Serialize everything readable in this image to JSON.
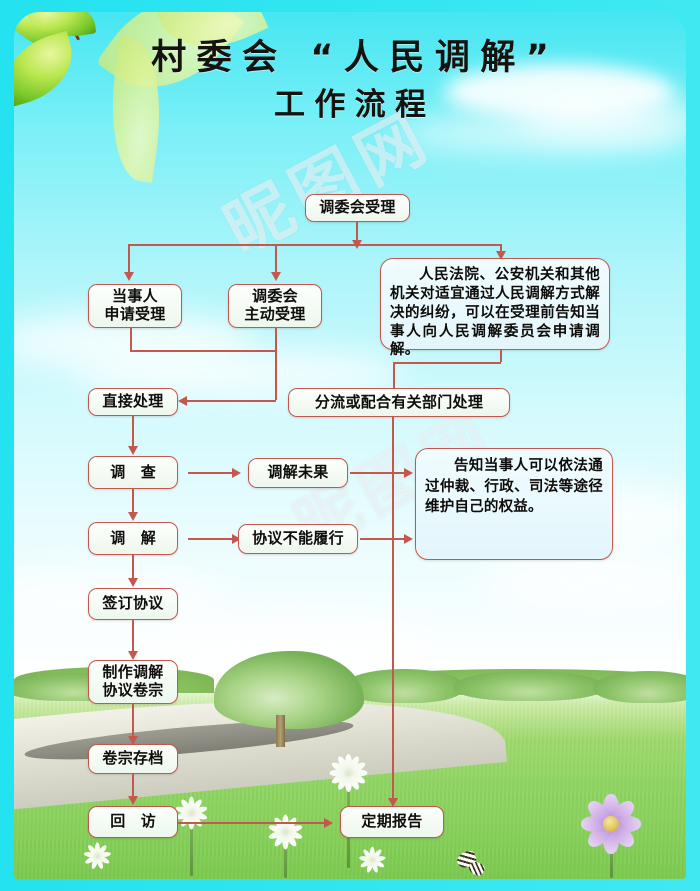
{
  "poster": {
    "title_line1": "村委会 “人民调解”",
    "title_line2": "工作流程",
    "watermark": "昵图网"
  },
  "flow": {
    "nodes": {
      "intake": "调委会受理",
      "party_apply": "当事人\n申请受理",
      "committee_act": "调委会\n主动受理",
      "notice_box": "人民法院、公安机关和其他机关对适宜通过人民调解方式解决的纠纷，可以在受理前告知当事人向人民调解委员会申请调解。",
      "direct": "直接处理",
      "divert": "分流或配合有关部门处理",
      "investigate": "调 查",
      "mediate": "调 解",
      "no_result": "调解未果",
      "cannot_fulfil": "协议不能履行",
      "rights_box": "告知当事人可以依法通过仲裁、行政、司法等途径维护自己的权益。",
      "sign": "签订协议",
      "dossier": "制作调解\n协议卷宗",
      "archive": "卷宗存档",
      "followup": "回 访",
      "report": "定期报告"
    },
    "colors": {
      "box_border": "#c4584f",
      "connector": "#c4584f",
      "sky": "#46e6f2",
      "grass": "#8ed462"
    }
  }
}
